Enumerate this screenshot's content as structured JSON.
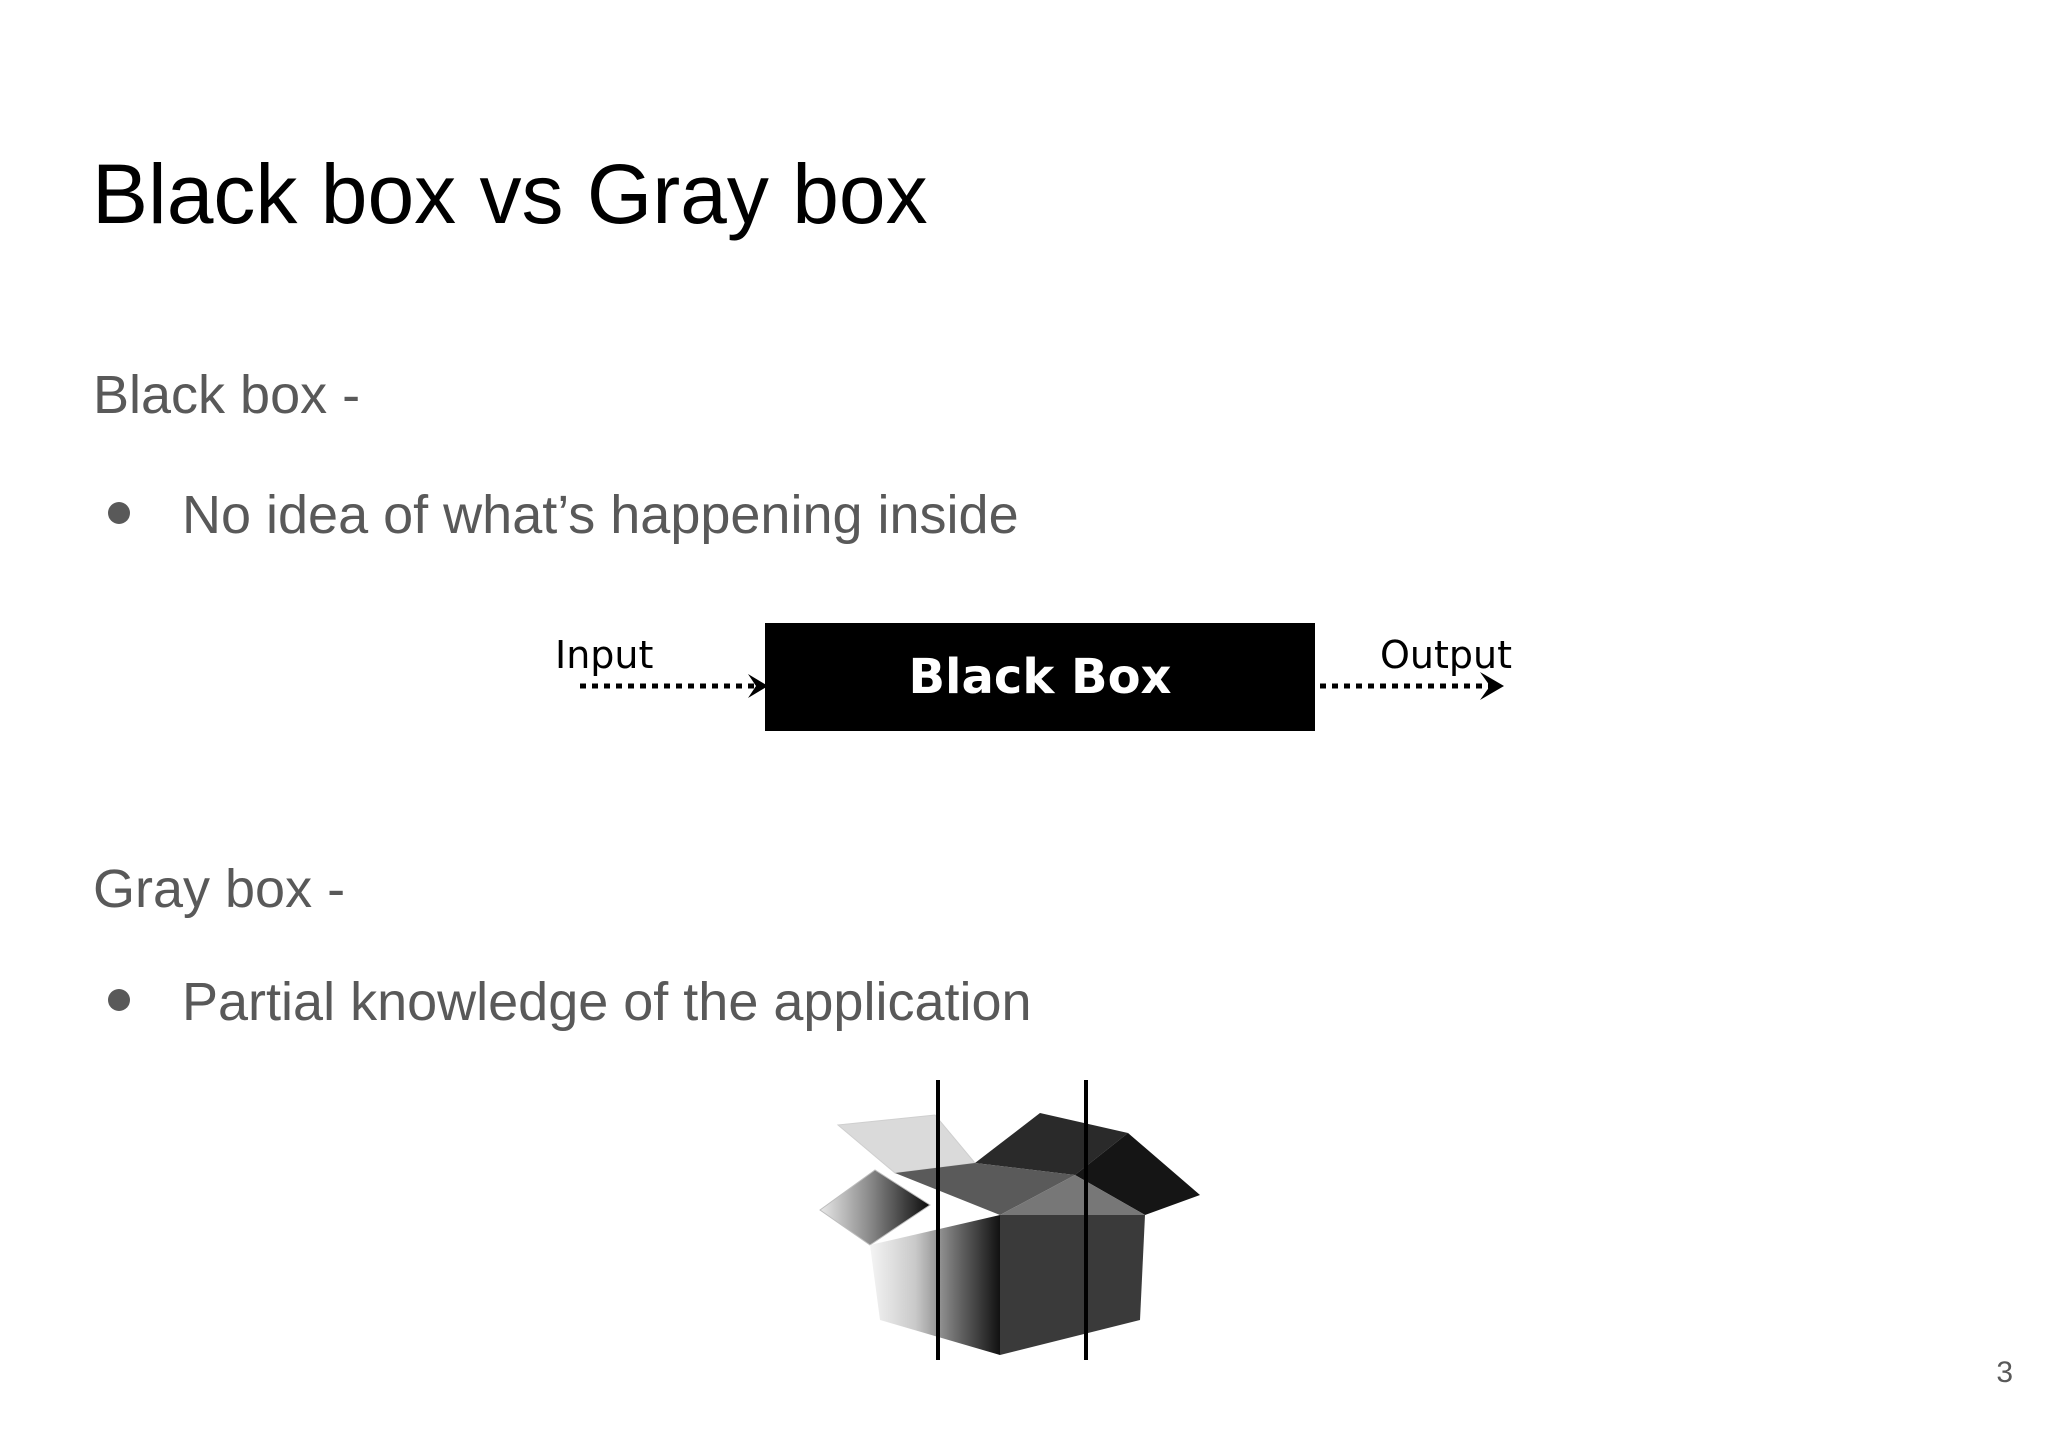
{
  "slide": {
    "title": "Black box vs Gray box",
    "sections": [
      {
        "heading": "Black box -",
        "bullet": "No idea of what’s happening inside"
      },
      {
        "heading": "Gray box -",
        "bullet": "Partial knowledge of the application"
      }
    ],
    "black_box_diagram": {
      "input_label": "Input",
      "box_label": "Black Box",
      "output_label": "Output"
    },
    "gray_box_image": {
      "icon": "open-box-icon"
    },
    "page_number": "3"
  }
}
